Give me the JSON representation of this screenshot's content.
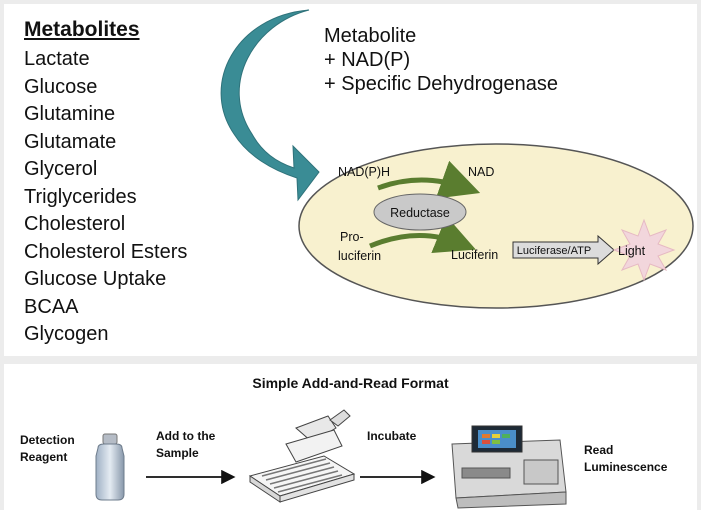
{
  "metabolites": {
    "title": "Metabolites",
    "items": [
      "Lactate",
      "Glucose",
      "Glutamine",
      "Glutamate",
      "Glycerol",
      "Triglycerides",
      "Cholesterol",
      "Cholesterol Esters",
      "Glucose Uptake",
      "BCAA",
      "Glycogen"
    ]
  },
  "reaction": {
    "line1": "Metabolite",
    "line2": "+ NAD(P)",
    "line3": "+ Specific Dehydrogenase"
  },
  "cell": {
    "nadph": "NAD(P)H",
    "nad": "NAD",
    "reductase": "Reductase",
    "proluciferin_1": "Pro-",
    "proluciferin_2": "luciferin",
    "luciferin": "Luciferin",
    "luciferase": "Luciferase/ATP",
    "light": "Light"
  },
  "workflow": {
    "title": "Simple Add-and-Read Format",
    "detection_1": "Detection",
    "detection_2": "Reagent",
    "add_1": "Add to the",
    "add_2": "Sample",
    "incubate": "Incubate",
    "read_1": "Read",
    "read_2": "Luminescence"
  },
  "colors": {
    "teal_arrow": "#3a8c95",
    "ellipse_fill": "#f8f1cf",
    "reductase_fill": "#c9c9c9",
    "green_arrow": "#5a7d2f",
    "light_burst": "#f2d6dc"
  }
}
